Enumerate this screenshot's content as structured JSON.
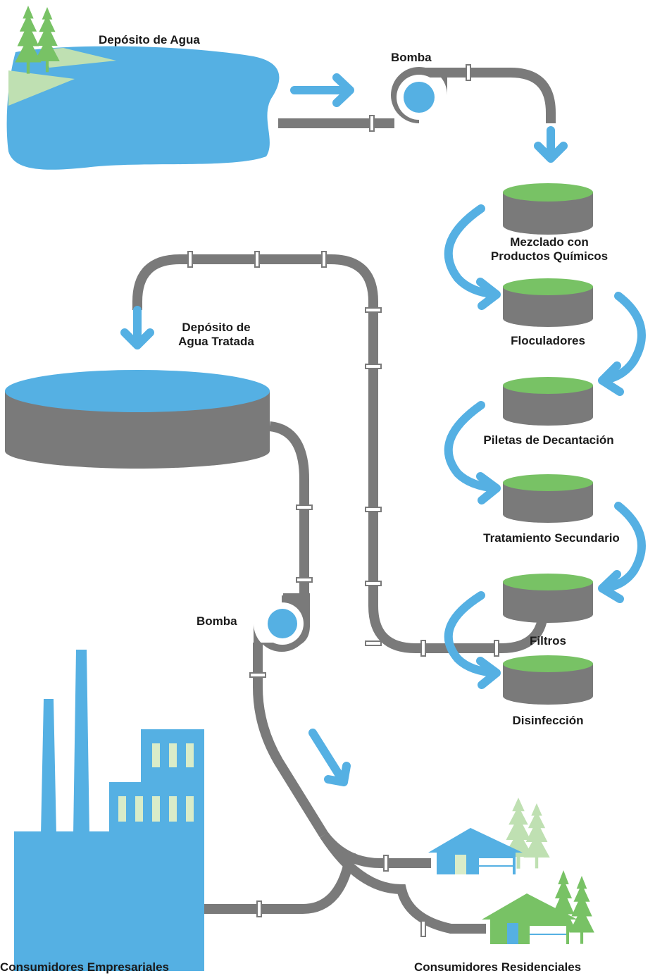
{
  "colors": {
    "water": "#55b0e3",
    "pipe": "#7a7a7a",
    "tank_body": "#7a7a7a",
    "tank_top": "#78c265",
    "tree_dark": "#78c265",
    "tree_light": "#bfe0b2",
    "building": "#55b0e3",
    "window": "#d9ecc8",
    "arrow": "#55b0e3"
  },
  "labels": {
    "source_reservoir": "Depósito de Agua",
    "pump_top": "Bomba",
    "mixing_line1": "Mezclado con",
    "mixing_line2": "Productos Químicos",
    "flocculators": "Floculadores",
    "settling": "Piletas de Decantación",
    "secondary": "Tratamiento Secundario",
    "filters": "Filtros",
    "disinfection": "Disinfección",
    "treated_line1": "Depósito de",
    "treated_line2": "Agua Tratada",
    "pump_bottom": "Bomba",
    "business": "Consumidores Empresariales",
    "residential": "Consumidores Residenciales"
  },
  "icons": {
    "tree": "conifer-tree-icon",
    "pump": "pump-icon",
    "tank": "tank-icon",
    "factory": "factory-icon",
    "house": "house-icon",
    "arrow": "flow-arrow-icon"
  }
}
